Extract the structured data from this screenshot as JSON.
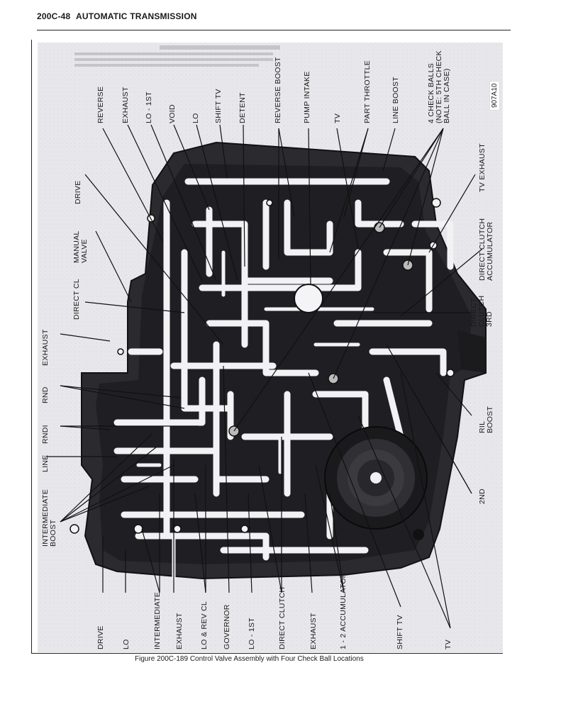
{
  "header": {
    "section": "200C-48",
    "title": "AUTOMATIC TRANSMISSION"
  },
  "figure": {
    "code": "907A10",
    "caption": "Figure 200C-189 Control Valve Assembly with Four Check Ball Locations",
    "labels_top": [
      "REVERSE",
      "EXHAUST",
      "LO - 1ST",
      "VOID",
      "LO",
      "SHIFT TV",
      "DETENT",
      "REVERSE BOOST",
      "PUMP INTAKE",
      "TV",
      "PART THROTTLE",
      "LINE BOOST",
      "4 CHECK BALLS\n(NOTE: 5TH CHECK\nBALL IN CASE)"
    ],
    "labels_left": [
      "DRIVE",
      "MANUAL\nVALVE",
      "DIRECT CL",
      "EXHAUST",
      "RND",
      "RNDI",
      "LINE",
      "INTERMEDIATE\nBOOST"
    ],
    "labels_right": [
      "TV EXHAUST",
      "DIRECT CLUTCH\nACCUMULATOR",
      "DIRECT\nCLUTCH\n3RD",
      "RIL\nBOOST",
      "2ND"
    ],
    "labels_bottom": [
      "DRIVE",
      "LO",
      "INTERMEDIATE",
      "EXHAUST",
      "LO & REV CL",
      "GOVERNOR",
      "LO - 1ST",
      "DIRECT CLUTCH",
      "EXHAUST",
      "1 - 2 ACCUMULATOR",
      "SHIFT TV",
      "TV"
    ]
  }
}
